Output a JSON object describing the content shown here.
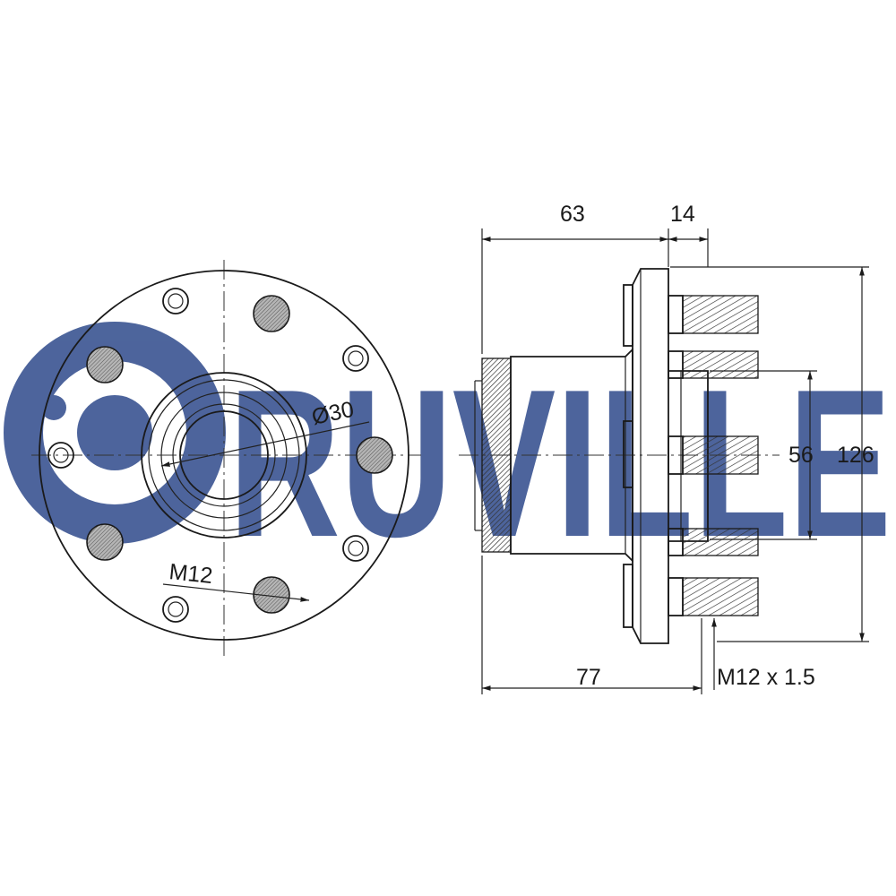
{
  "watermark": {
    "text": "RUVILLE",
    "color": "#2e4a8b"
  },
  "front_view": {
    "bore_diameter_label": "Ø30",
    "bolt_thread_label": "M12"
  },
  "side_view": {
    "dimensions": {
      "hub_length": "63",
      "flange_thickness": "14",
      "overall_length": "77",
      "pilot_diameter": "56",
      "flange_diameter": "126",
      "stud_thread": "M12 x 1.5"
    }
  },
  "colors": {
    "line": "#1a1a1a",
    "hole_fill": "#9a9a9a"
  }
}
